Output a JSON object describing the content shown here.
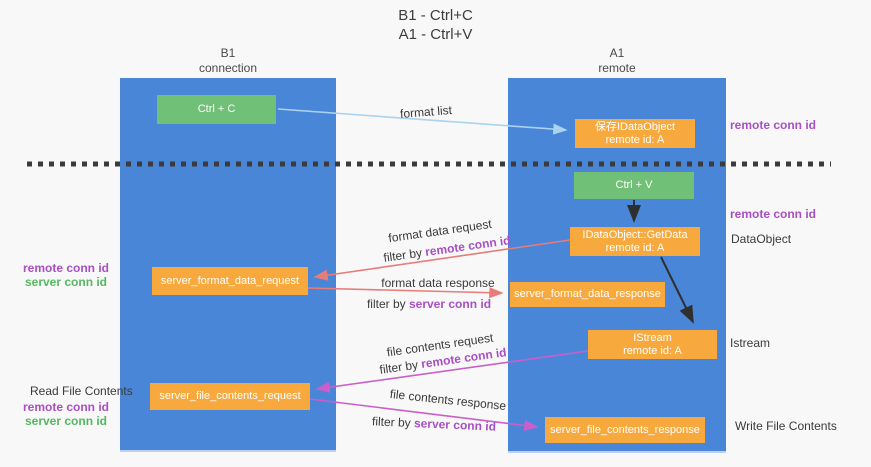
{
  "title": {
    "line1": "B1 - Ctrl+C",
    "line2": "A1 - Ctrl+V"
  },
  "lanes": {
    "left": {
      "line1": "B1",
      "line2": "connection"
    },
    "right": {
      "line1": "A1",
      "line2": "remote"
    }
  },
  "nodes": {
    "ctrl_c": {
      "label": "Ctrl + C"
    },
    "ctrl_v": {
      "label": "Ctrl + V"
    },
    "save_idataobject": {
      "line1": "保存IDataObject",
      "line2": "remote id: A"
    },
    "getdata": {
      "line1": "IDataObject::GetData",
      "line2": "remote id: A"
    },
    "istream": {
      "line1": "IStream",
      "line2": "remote id: A"
    },
    "format_request": {
      "label": "server_format_data_request"
    },
    "format_response": {
      "label": "server_format_data_response"
    },
    "file_request": {
      "label": "server_file_contents_request"
    },
    "file_response": {
      "label": "server_file_contents_response"
    }
  },
  "edge_labels": {
    "format_list": "format list",
    "format_data_request": "format data request",
    "format_data_request_filter_prefix": "filter by ",
    "format_data_request_filter_value": "remote conn id",
    "format_data_response": "format data response",
    "format_data_response_filter_prefix": "filter by ",
    "format_data_response_filter_value": "server conn id",
    "file_contents_request": "file contents request",
    "file_contents_request_filter_prefix": "filter by ",
    "file_contents_request_filter_value": "remote conn id",
    "file_contents_response": "file contents response",
    "file_contents_response_filter_prefix": "filter by ",
    "file_contents_response_filter_value": "server conn id"
  },
  "side_labels": {
    "right_remote_conn_id_1": "remote conn id",
    "right_remote_conn_id_2": "remote conn id",
    "dataobject": "DataObject",
    "istream": "Istream",
    "write_file_contents": "Write File Contents",
    "read_file_contents": "Read File Contents",
    "left_remote_conn_id_1": "remote conn id",
    "left_server_conn_id_1": "server conn id",
    "left_remote_conn_id_2": "remote conn id",
    "left_server_conn_id_2": "server conn id"
  },
  "colors": {
    "lane_blue": "#4a86d8",
    "box_green": "#71c077",
    "box_orange": "#f8a93e",
    "purple_text": "#a94fc4",
    "green_text": "#55b85f",
    "arrow_light_blue": "#a9d3ee",
    "arrow_red": "#e87c78",
    "arrow_magenta": "#ca5fca",
    "arrow_black": "#2f2f2f",
    "background": "#f8f8f8"
  }
}
